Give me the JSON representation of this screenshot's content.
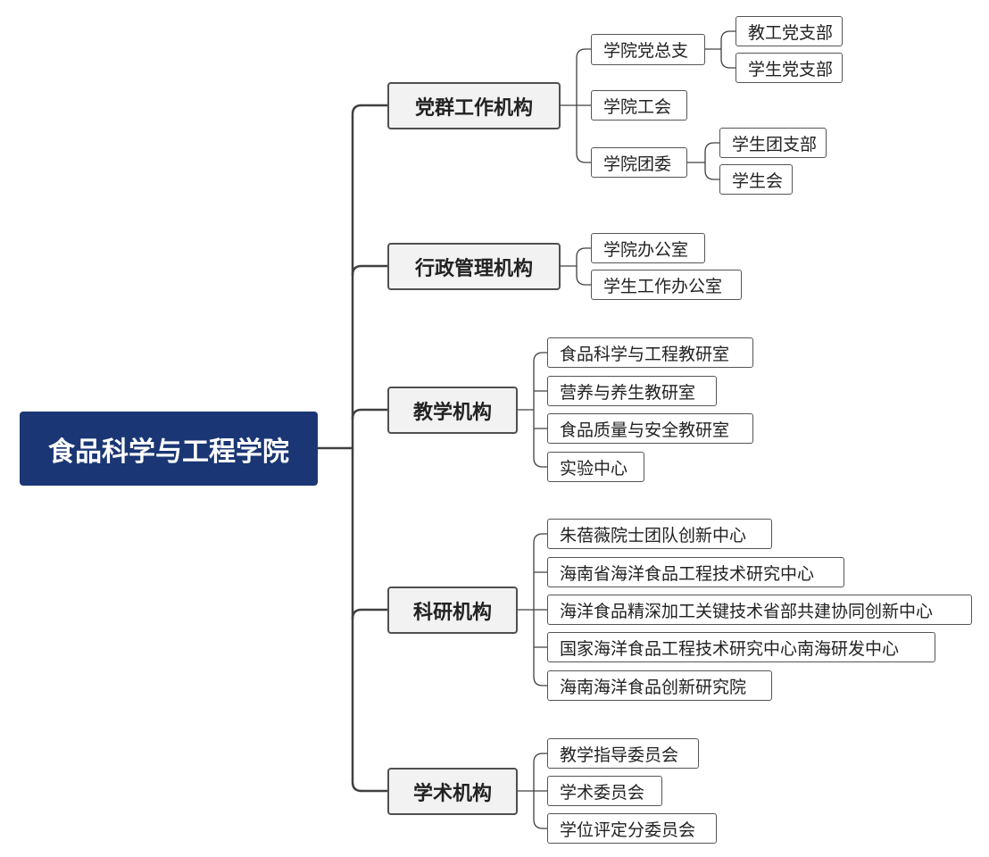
{
  "root": {
    "label": "食品科学与工程学院"
  },
  "branches": [
    {
      "label": "党群工作机构",
      "children": [
        {
          "label": "学院党总支",
          "children": [
            {
              "label": "教工党支部"
            },
            {
              "label": "学生党支部"
            }
          ]
        },
        {
          "label": "学院工会"
        },
        {
          "label": "学院团委",
          "children": [
            {
              "label": "学生团支部"
            },
            {
              "label": "学生会"
            }
          ]
        }
      ]
    },
    {
      "label": "行政管理机构",
      "children": [
        {
          "label": "学院办公室"
        },
        {
          "label": "学生工作办公室"
        }
      ]
    },
    {
      "label": "教学机构",
      "children": [
        {
          "label": "食品科学与工程教研室"
        },
        {
          "label": "营养与养生教研室"
        },
        {
          "label": "食品质量与安全教研室"
        },
        {
          "label": "实验中心"
        }
      ]
    },
    {
      "label": "科研机构",
      "children": [
        {
          "label": "朱蓓薇院士团队创新中心"
        },
        {
          "label": "海南省海洋食品工程技术研究中心"
        },
        {
          "label": "海洋食品精深加工关键技术省部共建协同创新中心"
        },
        {
          "label": "国家海洋食品工程技术研究中心南海研发中心"
        },
        {
          "label": "海南海洋食品创新研究院"
        }
      ]
    },
    {
      "label": "学术机构",
      "children": [
        {
          "label": "教学指导委员会"
        },
        {
          "label": "学术委员会"
        },
        {
          "label": "学位评定分委员会"
        }
      ]
    }
  ],
  "colors": {
    "root_bg": "#1a3674",
    "line": "#404040",
    "node_border": "#555555"
  }
}
